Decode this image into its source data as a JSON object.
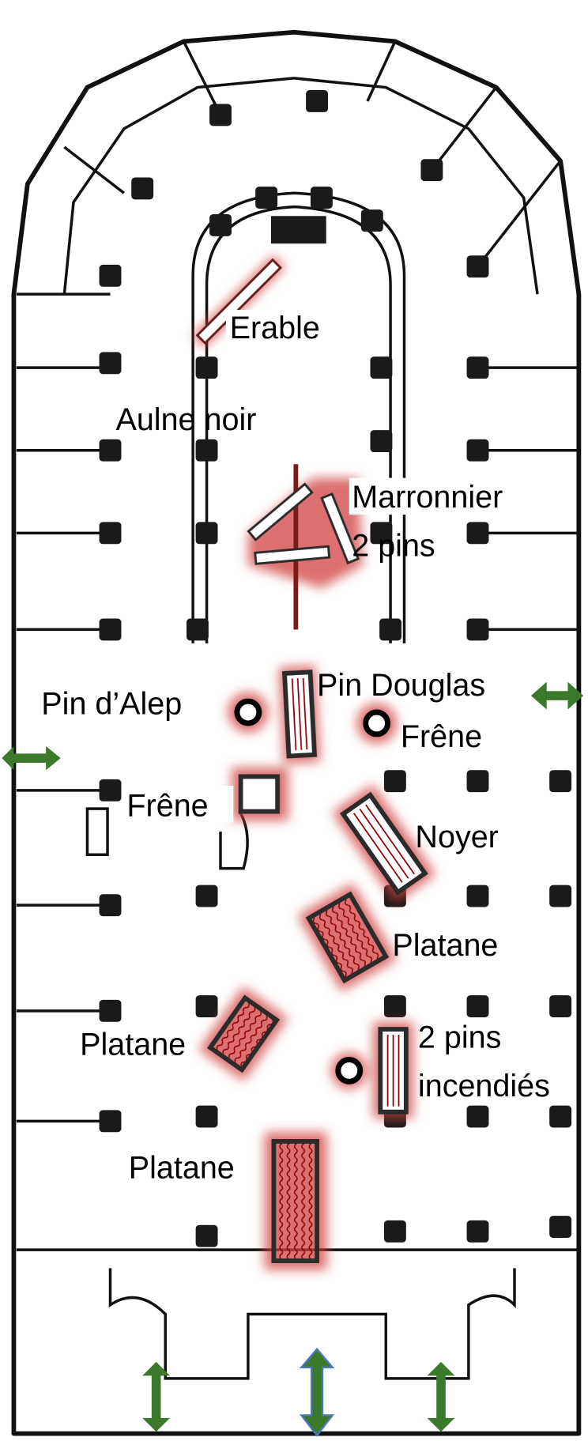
{
  "labels": {
    "erable": "Erable",
    "aulne_noir": "Aulne noir",
    "marronnier": "Marronnier",
    "deux_pins_a": "2 pins",
    "pin_douglas": "Pin Douglas",
    "pin_alep": "Pin d’Alep",
    "frene_right": "Frêne",
    "frene_left": "Frêne",
    "noyer": "Noyer",
    "platane_1": "Platane",
    "platane_2": "Platane",
    "deux_pins_b": "2 pins",
    "incendies": "incendiés",
    "platane_3": "Platane"
  },
  "colors": {
    "tree_glow": "#d04040",
    "tree_grain": "#8b0000",
    "exit_arrow": "#3a7a2a",
    "main_exit_outline": "#4a78c0"
  },
  "icons": {
    "exit": "double-arrow-icon",
    "tree_trunk": "log-icon",
    "tree_stump": "stump-icon"
  }
}
